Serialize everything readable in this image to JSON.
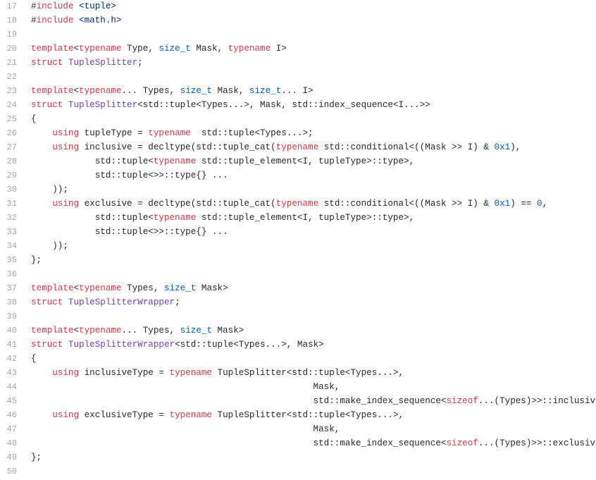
{
  "colors": {
    "background": "#ffffff",
    "gutter": "#a6a6a6",
    "keyword": "#d73a49",
    "type": "#005cc5",
    "name": "#6f42c1",
    "number": "#005cc5",
    "header": "#032f62",
    "text": "#24292e"
  },
  "lines": [
    {
      "num": "17",
      "tokens": [
        [
          "txt",
          "#"
        ],
        [
          "kw",
          "include"
        ],
        [
          "txt",
          " "
        ],
        [
          "str",
          "<tuple>"
        ]
      ]
    },
    {
      "num": "18",
      "tokens": [
        [
          "txt",
          "#"
        ],
        [
          "kw",
          "include"
        ],
        [
          "txt",
          " "
        ],
        [
          "str",
          "<math.h>"
        ]
      ]
    },
    {
      "num": "19",
      "tokens": []
    },
    {
      "num": "20",
      "tokens": [
        [
          "kw",
          "template"
        ],
        [
          "txt",
          "<"
        ],
        [
          "kw",
          "typename"
        ],
        [
          "txt",
          " Type, "
        ],
        [
          "ty",
          "size_t"
        ],
        [
          "txt",
          " Mask, "
        ],
        [
          "kw",
          "typename"
        ],
        [
          "txt",
          " I>"
        ]
      ]
    },
    {
      "num": "21",
      "tokens": [
        [
          "kw",
          "struct"
        ],
        [
          "txt",
          " "
        ],
        [
          "name",
          "TupleSplitter"
        ],
        [
          "txt",
          ";"
        ]
      ]
    },
    {
      "num": "22",
      "tokens": []
    },
    {
      "num": "23",
      "tokens": [
        [
          "kw",
          "template"
        ],
        [
          "txt",
          "<"
        ],
        [
          "kw",
          "typename"
        ],
        [
          "txt",
          "... Types, "
        ],
        [
          "ty",
          "size_t"
        ],
        [
          "txt",
          " Mask, "
        ],
        [
          "ty",
          "size_t"
        ],
        [
          "txt",
          "... I>"
        ]
      ]
    },
    {
      "num": "24",
      "tokens": [
        [
          "kw",
          "struct"
        ],
        [
          "txt",
          " "
        ],
        [
          "name",
          "TupleSplitter"
        ],
        [
          "txt",
          "<std::tuple<Types...>, Mask, std::index_sequence<I...>>"
        ]
      ]
    },
    {
      "num": "25",
      "tokens": [
        [
          "txt",
          "{"
        ]
      ]
    },
    {
      "num": "26",
      "tokens": [
        [
          "txt",
          "    "
        ],
        [
          "kw",
          "using"
        ],
        [
          "txt",
          " tupleType = "
        ],
        [
          "kw",
          "typename"
        ],
        [
          "txt",
          "  std::tuple<Types...>;"
        ]
      ]
    },
    {
      "num": "27",
      "tokens": [
        [
          "txt",
          "    "
        ],
        [
          "kw",
          "using"
        ],
        [
          "txt",
          " inclusive = decltype(std::tuple_cat("
        ],
        [
          "kw",
          "typename"
        ],
        [
          "txt",
          " std::conditional<((Mask >> I) & "
        ],
        [
          "num",
          "0x1"
        ],
        [
          "txt",
          "),"
        ]
      ]
    },
    {
      "num": "28",
      "tokens": [
        [
          "txt",
          "            std::tuple<"
        ],
        [
          "kw",
          "typename"
        ],
        [
          "txt",
          " std::tuple_element<I, tupleType>::type>,"
        ]
      ]
    },
    {
      "num": "29",
      "tokens": [
        [
          "txt",
          "            std::tuple<>>::type{} ..."
        ]
      ]
    },
    {
      "num": "30",
      "tokens": [
        [
          "txt",
          "    ));"
        ]
      ]
    },
    {
      "num": "31",
      "tokens": [
        [
          "txt",
          "    "
        ],
        [
          "kw",
          "using"
        ],
        [
          "txt",
          " exclusive = decltype(std::tuple_cat("
        ],
        [
          "kw",
          "typename"
        ],
        [
          "txt",
          " std::conditional<((Mask >> I) & "
        ],
        [
          "num",
          "0x1"
        ],
        [
          "txt",
          ") == "
        ],
        [
          "num",
          "0"
        ],
        [
          "txt",
          ","
        ]
      ]
    },
    {
      "num": "32",
      "tokens": [
        [
          "txt",
          "            std::tuple<"
        ],
        [
          "kw",
          "typename"
        ],
        [
          "txt",
          " std::tuple_element<I, tupleType>::type>,"
        ]
      ]
    },
    {
      "num": "33",
      "tokens": [
        [
          "txt",
          "            std::tuple<>>::type{} ..."
        ]
      ]
    },
    {
      "num": "34",
      "tokens": [
        [
          "txt",
          "    ));"
        ]
      ]
    },
    {
      "num": "35",
      "tokens": [
        [
          "txt",
          "};"
        ]
      ]
    },
    {
      "num": "36",
      "tokens": []
    },
    {
      "num": "37",
      "tokens": [
        [
          "kw",
          "template"
        ],
        [
          "txt",
          "<"
        ],
        [
          "kw",
          "typename"
        ],
        [
          "txt",
          " Types, "
        ],
        [
          "ty",
          "size_t"
        ],
        [
          "txt",
          " Mask>"
        ]
      ]
    },
    {
      "num": "38",
      "tokens": [
        [
          "kw",
          "struct"
        ],
        [
          "txt",
          " "
        ],
        [
          "name",
          "TupleSplitterWrapper"
        ],
        [
          "txt",
          ";"
        ]
      ]
    },
    {
      "num": "39",
      "tokens": []
    },
    {
      "num": "40",
      "tokens": [
        [
          "kw",
          "template"
        ],
        [
          "txt",
          "<"
        ],
        [
          "kw",
          "typename"
        ],
        [
          "txt",
          "... Types, "
        ],
        [
          "ty",
          "size_t"
        ],
        [
          "txt",
          " Mask>"
        ]
      ]
    },
    {
      "num": "41",
      "tokens": [
        [
          "kw",
          "struct"
        ],
        [
          "txt",
          " "
        ],
        [
          "name",
          "TupleSplitterWrapper"
        ],
        [
          "txt",
          "<std::tuple<Types...>, Mask>"
        ]
      ]
    },
    {
      "num": "42",
      "tokens": [
        [
          "txt",
          "{"
        ]
      ]
    },
    {
      "num": "43",
      "tokens": [
        [
          "txt",
          "    "
        ],
        [
          "kw",
          "using"
        ],
        [
          "txt",
          " inclusiveType = "
        ],
        [
          "kw",
          "typename"
        ],
        [
          "txt",
          " TupleSplitter<std::tuple<Types...>,"
        ]
      ]
    },
    {
      "num": "44",
      "tokens": [
        [
          "txt",
          "                                                     Mask,"
        ]
      ]
    },
    {
      "num": "45",
      "tokens": [
        [
          "txt",
          "                                                     std::make_index_sequence<"
        ],
        [
          "kw",
          "sizeof"
        ],
        [
          "txt",
          "...(Types)>>::inclusive;"
        ]
      ]
    },
    {
      "num": "46",
      "tokens": [
        [
          "txt",
          "    "
        ],
        [
          "kw",
          "using"
        ],
        [
          "txt",
          " exclusiveType = "
        ],
        [
          "kw",
          "typename"
        ],
        [
          "txt",
          " TupleSplitter<std::tuple<Types...>,"
        ]
      ]
    },
    {
      "num": "47",
      "tokens": [
        [
          "txt",
          "                                                     Mask,"
        ]
      ]
    },
    {
      "num": "48",
      "tokens": [
        [
          "txt",
          "                                                     std::make_index_sequence<"
        ],
        [
          "kw",
          "sizeof"
        ],
        [
          "txt",
          "...(Types)>>::exclusive;"
        ]
      ]
    },
    {
      "num": "49",
      "tokens": [
        [
          "txt",
          "};"
        ]
      ]
    },
    {
      "num": "50",
      "tokens": []
    }
  ]
}
